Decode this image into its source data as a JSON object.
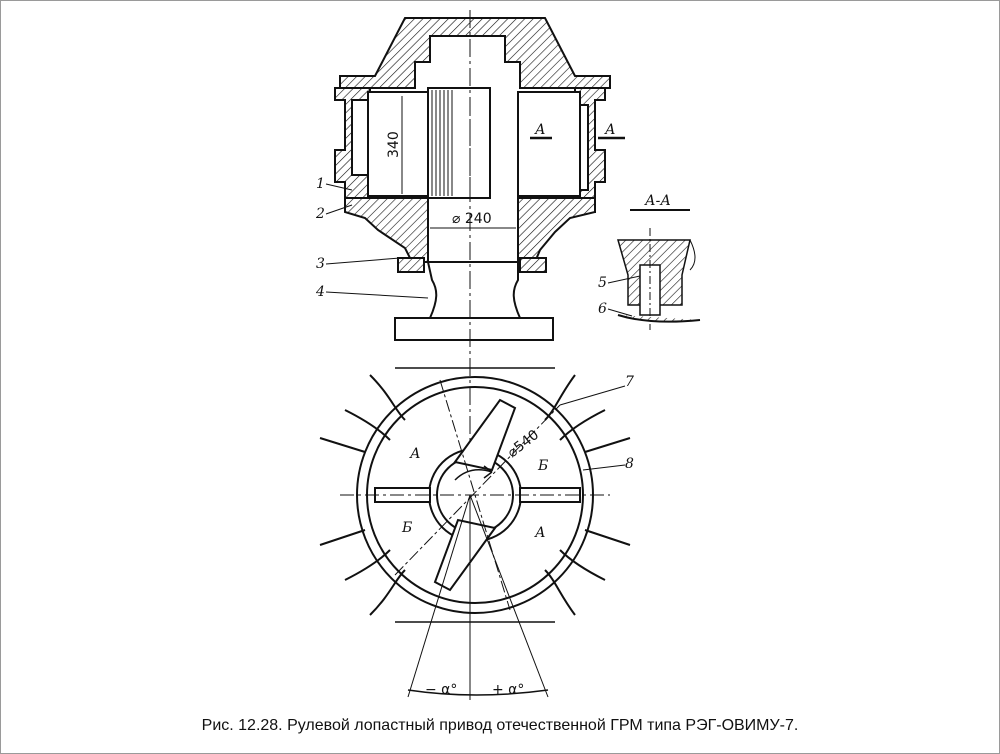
{
  "figure": {
    "caption": "Рис. 12.28. Рулевой лопастный привод отечественной ГРМ типа РЭГ-ОВИМУ-7.",
    "dimensions": {
      "height": "340",
      "shaft_diameter": "⌀ 240",
      "body_diameter": "⌀540"
    },
    "section_marks": {
      "left": "А",
      "right": "А",
      "section_title": "А-А"
    },
    "part_numbers": [
      "1",
      "2",
      "3",
      "4",
      "5",
      "6",
      "7",
      "8"
    ],
    "chamber_labels": {
      "a_left": "А",
      "b_right": "Б",
      "b_left": "Б",
      "a_right": "А"
    },
    "angles": {
      "minus": "− α°",
      "plus": "+ α°"
    }
  }
}
